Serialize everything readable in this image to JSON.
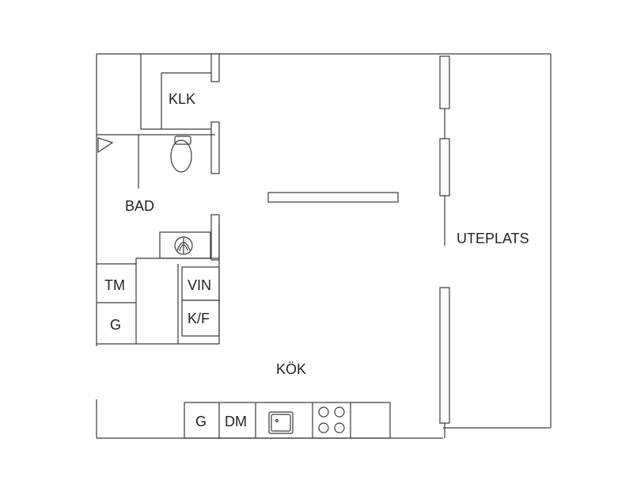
{
  "rooms": {
    "klk": "KLK",
    "bad": "BAD",
    "kok": "KÖK",
    "uteplats": "UTEPLATS"
  },
  "appliances": {
    "tm": "TM",
    "g_bath": "G",
    "vin": "VIN",
    "kf": "K/F",
    "g_kitchen": "G",
    "dm": "DM"
  },
  "icons": [
    "toilet-icon",
    "washbasin-icon",
    "kitchen-sink-icon",
    "stove-icon",
    "door-swing-icon"
  ],
  "colors": {
    "line": "#3a3a3a",
    "background": "#ffffff",
    "text": "#222222"
  }
}
